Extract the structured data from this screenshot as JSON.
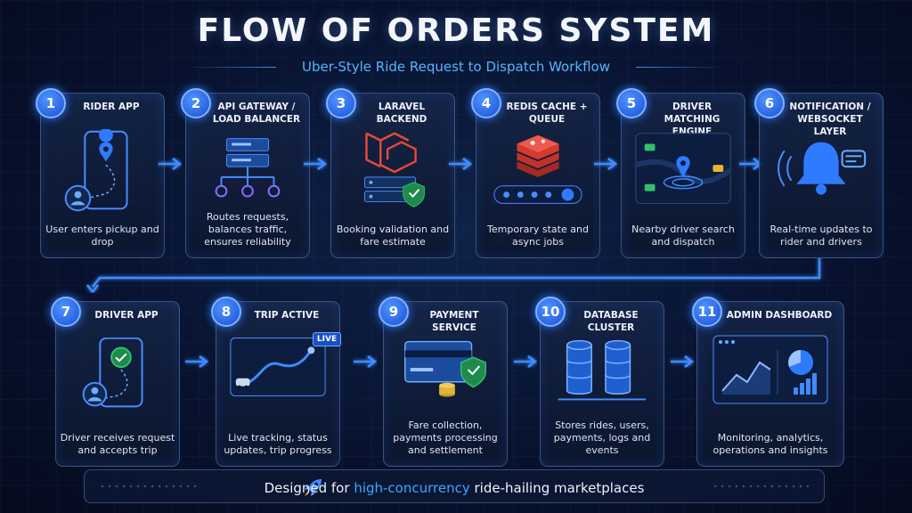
{
  "header": {
    "title": "FLOW OF ORDERS SYSTEM",
    "subtitle": "Uber-Style Ride Request to Dispatch Workflow"
  },
  "steps": [
    {
      "number": "1",
      "title": "RIDER APP",
      "description": "User enters pickup and drop",
      "icon": "phone-map-pin-icon"
    },
    {
      "number": "2",
      "title": "API GATEWAY / LOAD BALANCER",
      "description": "Routes requests, balances traffic, ensures reliability",
      "icon": "server-network-icon"
    },
    {
      "number": "3",
      "title": "LARAVEL BACKEND",
      "description": "Booking validation and fare estimate",
      "icon": "laravel-server-icon"
    },
    {
      "number": "4",
      "title": "REDIS CACHE + QUEUE",
      "description": "Temporary state and async jobs",
      "icon": "redis-queue-icon"
    },
    {
      "number": "5",
      "title": "DRIVER MATCHING ENGINE",
      "description": "Nearby driver search and dispatch",
      "icon": "driver-map-icon"
    },
    {
      "number": "6",
      "title": "NOTIFICATION / WEBSOCKET LAYER",
      "description": "Real-time updates to rider and drivers",
      "icon": "bell-chat-icon"
    },
    {
      "number": "7",
      "title": "DRIVER APP",
      "description": "Driver receives request and accepts trip",
      "icon": "phone-check-icon"
    },
    {
      "number": "8",
      "title": "TRIP ACTIVE",
      "description": "Live tracking, status updates, trip progress",
      "icon": "live-route-icon",
      "badge_label": "LIVE"
    },
    {
      "number": "9",
      "title": "PAYMENT SERVICE",
      "description": "Fare collection, payments processing and settlement",
      "icon": "card-shield-icon"
    },
    {
      "number": "10",
      "title": "DATABASE CLUSTER",
      "description": "Stores rides, users, payments, logs and events",
      "icon": "database-icon"
    },
    {
      "number": "11",
      "title": "ADMIN DASHBOARD",
      "description": "Monitoring, analytics, operations and insights",
      "icon": "dashboard-charts-icon"
    }
  ],
  "footer": {
    "prefix": "Designed for",
    "highlight": "high-concurrency",
    "suffix": "ride-hailing marketplaces",
    "icon": "rocket-icon"
  },
  "colors": {
    "accent": "#2f7bff",
    "highlight_text": "#3ea6ff",
    "laravel_red": "#e8473b",
    "redis_red": "#d8382d",
    "success_green": "#2fc26b",
    "background": "#081330"
  }
}
